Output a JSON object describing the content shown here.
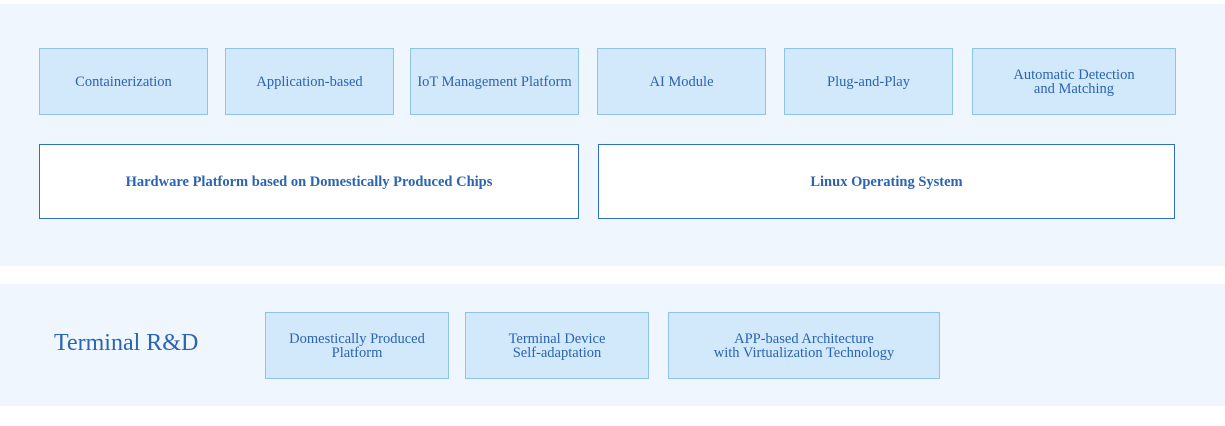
{
  "top_features": [
    "Containerization",
    "Application-based",
    "IoT Management Platform",
    "AI Module",
    "Plug-and-Play",
    "Automatic Detection\nand Matching"
  ],
  "platform_layers": [
    "Hardware Platform based on Domestically Produced Chips",
    "Linux Operating System"
  ],
  "terminal_section": {
    "title": "Terminal R&D",
    "items": [
      "Domestically Produced\nPlatform",
      "Terminal Device\nSelf-adaptation",
      "APP-based Architecture\nwith Virtualization Technology"
    ]
  }
}
